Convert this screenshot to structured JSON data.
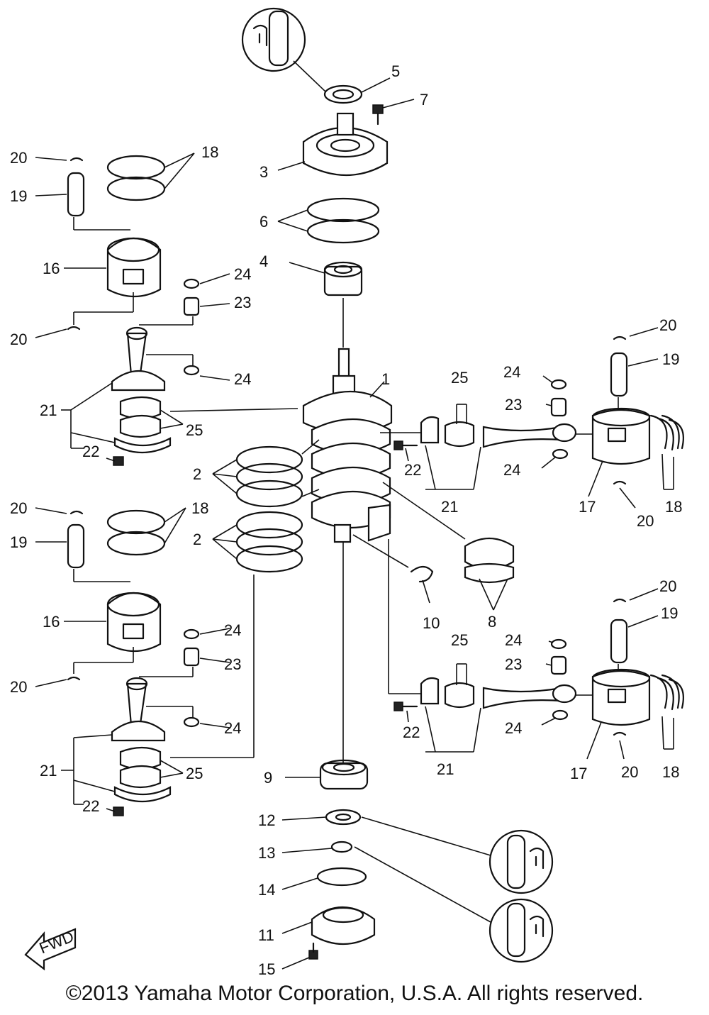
{
  "diagram": {
    "copyright": "©2013 Yamaha Motor Corporation, U.S.A. All rights reserved.",
    "fwd_label": "FWD",
    "callouts": {
      "c1": "1",
      "c2a": "2",
      "c2b": "2",
      "c3": "3",
      "c4": "4",
      "c5": "5",
      "c6": "6",
      "c7": "7",
      "c8": "8",
      "c9": "9",
      "c10": "10",
      "c11": "11",
      "c12": "12",
      "c13": "13",
      "c14": "14",
      "c15": "15",
      "c16a": "16",
      "c16b": "16",
      "c17a": "17",
      "c17b": "17",
      "c18a": "18",
      "c18b": "18",
      "c18c": "18",
      "c18d": "18",
      "c19a": "19",
      "c19b": "19",
      "c19c": "19",
      "c19d": "19",
      "c20a": "20",
      "c20b": "20",
      "c20c": "20",
      "c20d": "20",
      "c20e": "20",
      "c20f": "20",
      "c20g": "20",
      "c20h": "20",
      "c21a": "21",
      "c21b": "21",
      "c21c": "21",
      "c21d": "21",
      "c22a": "22",
      "c22b": "22",
      "c22c": "22",
      "c22d": "22",
      "c23a": "23",
      "c23b": "23",
      "c23c": "23",
      "c23d": "23",
      "c24a": "24",
      "c24b": "24",
      "c24c": "24",
      "c24d": "24",
      "c24e": "24",
      "c24f": "24",
      "c24g": "24",
      "c24h": "24",
      "c25a": "25",
      "c25b": "25",
      "c25c": "25",
      "c25d": "25"
    }
  }
}
